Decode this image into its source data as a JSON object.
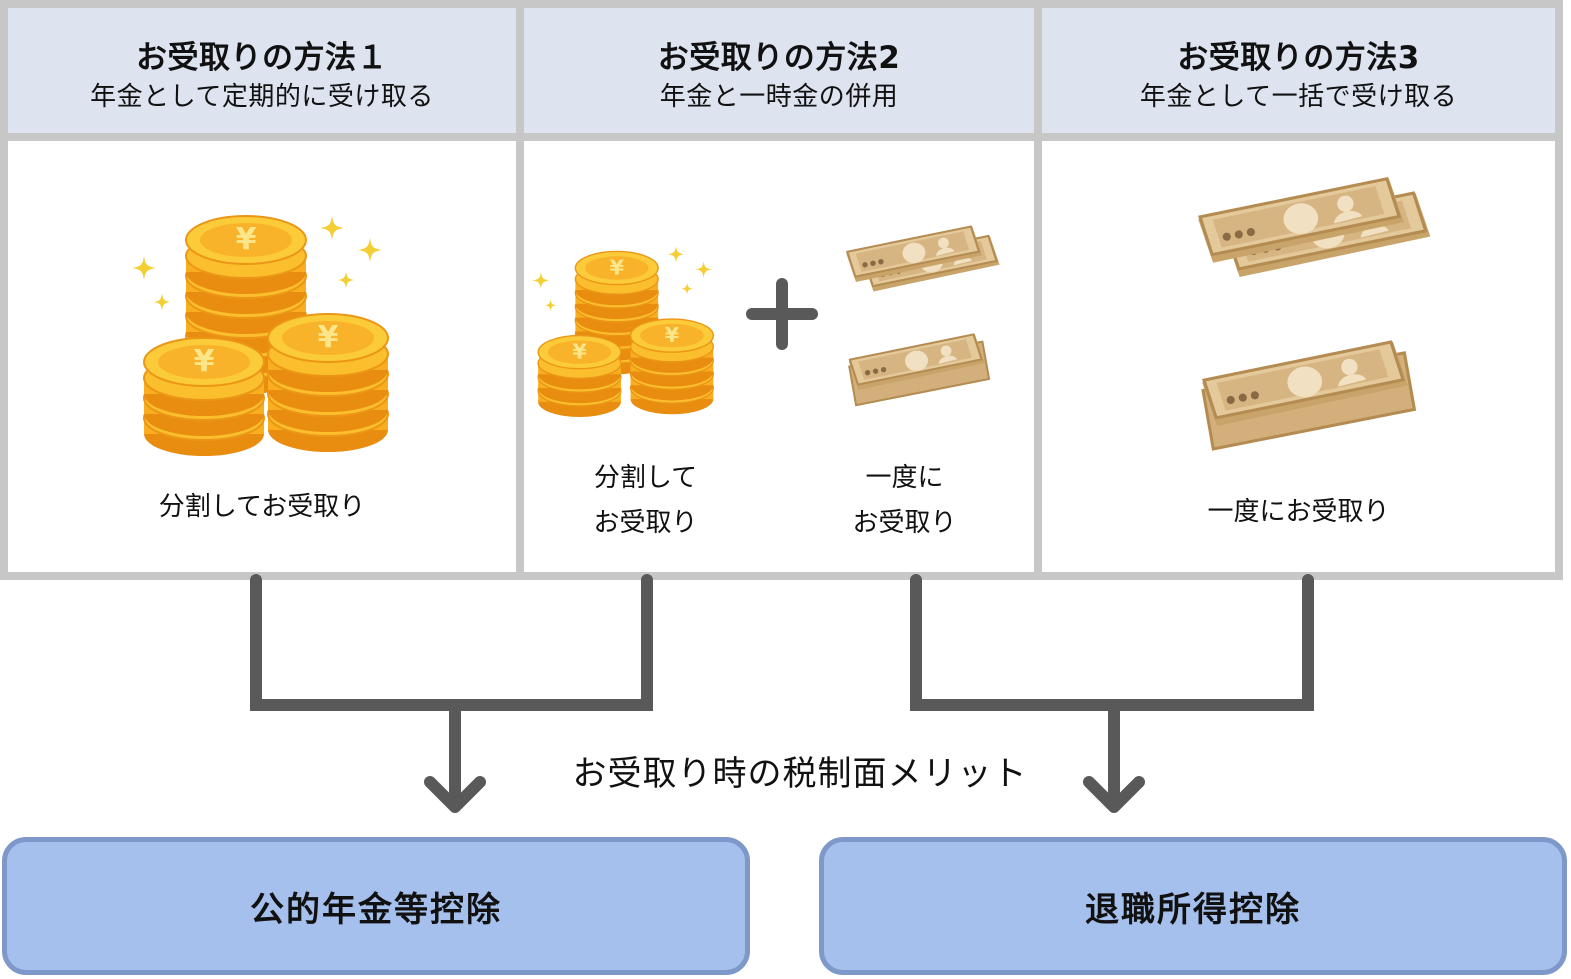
{
  "methods": [
    {
      "title": "お受取りの方法１",
      "subtitle": "年金として定期的に受け取る",
      "captions": [
        "分割してお受取り"
      ]
    },
    {
      "title": "お受取りの方法2",
      "subtitle": "年金と一時金の併用",
      "captions": [
        "分割して\nお受取り",
        "一度に\nお受取り"
      ]
    },
    {
      "title": "お受取りの方法3",
      "subtitle": "年金として一括で受け取る",
      "captions": [
        "一度にお受取り"
      ]
    }
  ],
  "merit_label": "お受取り時の税制面メリット",
  "deductions": [
    "公的年金等控除",
    "退職所得控除"
  ],
  "icons": {
    "method1": "coin-stacks-yen-icon",
    "method2_left": "coin-stacks-yen-icon",
    "method2_plus": "plus-icon",
    "method2_right": "banknote-bundles-icon",
    "method3": "banknote-bundles-icon",
    "arrow": "down-arrow-icon"
  },
  "colors": {
    "header_bg": "#dde3ef",
    "grid_border": "#c7c7c7",
    "connector": "#595959",
    "deduction_fill": "#a6c0ed",
    "deduction_border": "#7e99c9",
    "coin": "#f8ae1f",
    "banknote": "#dcc28f",
    "sparkle": "#f4ce33"
  }
}
